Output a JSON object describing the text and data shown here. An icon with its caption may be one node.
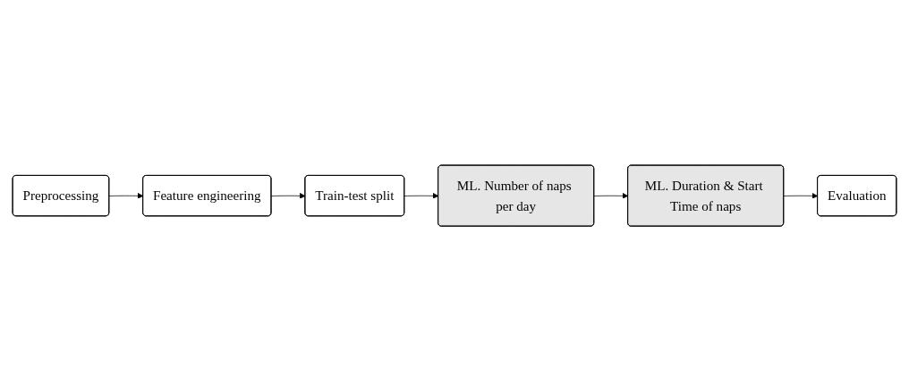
{
  "diagram": {
    "nodes": [
      {
        "text": [
          "Preprocessing"
        ]
      },
      {
        "text": [
          "Feature engineering"
        ]
      },
      {
        "text": [
          "Train-test split"
        ]
      },
      {
        "text": [
          "ML. Number of naps per day"
        ]
      },
      {
        "text": [
          "ML. Duration & Start Time of naps"
        ]
      },
      {
        "text": [
          "Evaluation"
        ]
      }
    ],
    "edges": [
      {
        "from": 0,
        "to": 1,
        "arrow": "to"
      },
      {
        "from": 1,
        "to": 2,
        "arrow": "to"
      },
      {
        "from": 2,
        "to": 3,
        "arrow": "to"
      },
      {
        "from": 3,
        "to": 4,
        "arrow": "to"
      },
      {
        "from": 4,
        "to": 5,
        "arrow": "to"
      }
    ]
  }
}
